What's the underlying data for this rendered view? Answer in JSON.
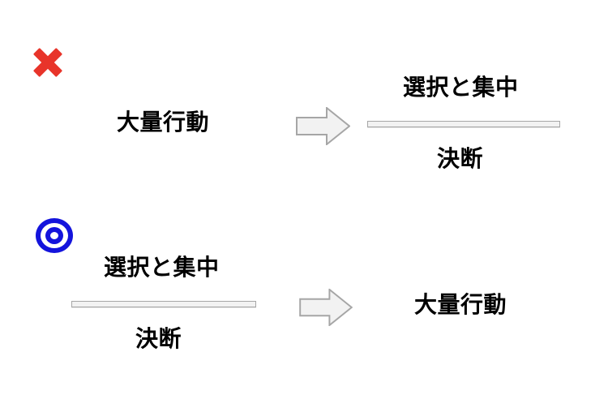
{
  "diagram": {
    "title_text_values": {
      "mass_action": "大量行動",
      "selection_focus": "選択と集中",
      "decision": "決断"
    },
    "colors": {
      "cross_red": "#e8342a",
      "circle_blue": "#1414dc",
      "arrow_fill": "#f2f2f2",
      "arrow_stroke": "#a6a6a6",
      "bar_fill": "#f2f2f2",
      "bar_stroke": "#a6a6a6",
      "text": "#000000",
      "background": "#ffffff"
    },
    "rows": [
      {
        "id": "wrong-order",
        "marker": "red-cross-icon",
        "marker_meaning": "✖",
        "left": {
          "type": "single-label",
          "label": "大量行動"
        },
        "connector": "right-block-arrow",
        "right": {
          "type": "fraction-stack",
          "numerator": "選択と集中",
          "divider": "horizontal-bar",
          "denominator": "決断"
        }
      },
      {
        "id": "right-order",
        "marker": "blue-double-circle-icon",
        "marker_meaning": "◎",
        "left": {
          "type": "fraction-stack",
          "numerator": "選択と集中",
          "divider": "horizontal-bar",
          "denominator": "決断"
        },
        "connector": "right-block-arrow",
        "right": {
          "type": "single-label",
          "label": "大量行動"
        }
      }
    ]
  }
}
